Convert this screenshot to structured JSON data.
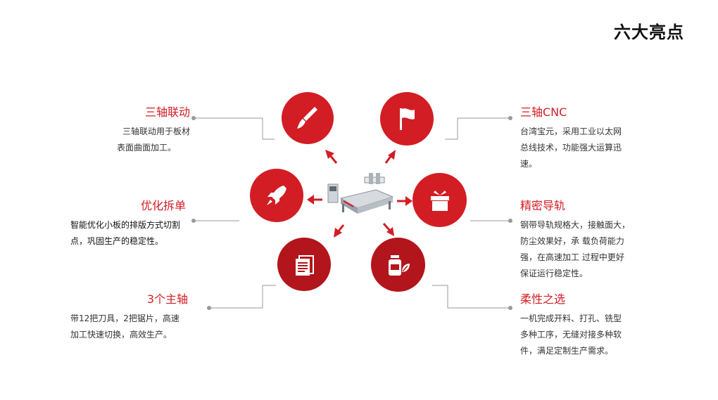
{
  "title": "六大亮点",
  "colors": {
    "accent": "#d31d24",
    "dark_accent": "#b3151c",
    "text": "#333333"
  },
  "features": [
    {
      "title": "三轴联动",
      "lines": [
        "三轴联动用于板材",
        "表面曲面加工。"
      ],
      "icon": "brush-icon"
    },
    {
      "title": "三轴CNC",
      "lines": [
        "台湾宝元，采用工业以太网",
        "总线技术，功能强大运算迅",
        "速。"
      ],
      "icon": "flag-icon"
    },
    {
      "title": "优化拆单",
      "lines": [
        "智能优化小板的排版方式切割",
        "点，巩固生产的稳定性。"
      ],
      "icon": "rocket-icon"
    },
    {
      "title": "精密导轨",
      "lines": [
        "钢带导轨规格大，接触面大，",
        "防尘效果好，承 载负荷能力",
        "强，在高速加工 过程中更好",
        "保证运行稳定性。"
      ],
      "icon": "gift-box-icon"
    },
    {
      "title": "3个主轴",
      "lines": [
        "带12把刀具，2把锯片，高速",
        "加工快速切换，高效生产。"
      ],
      "icon": "document-icon"
    },
    {
      "title": "柔性之选",
      "lines": [
        "一机完成开料、打孔、铣型",
        "多种工序，无缝对接多种软",
        "件，满足定制生产需求。"
      ],
      "icon": "jar-leaf-icon"
    }
  ]
}
